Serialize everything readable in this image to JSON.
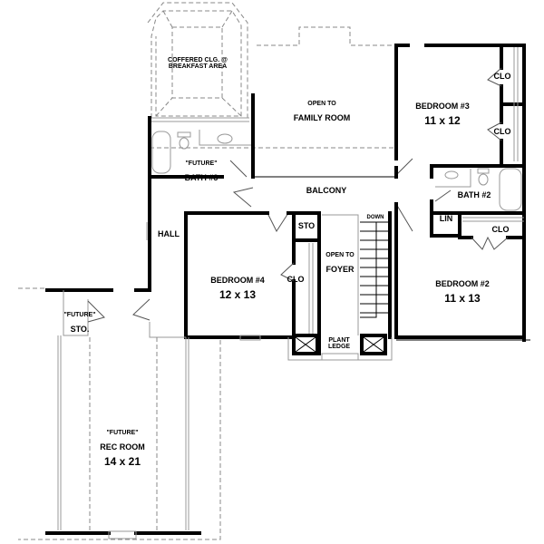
{
  "rooms": {
    "breakfast": {
      "line1": "COFFERED CLG. @",
      "line2": "BREAKFAST AREA"
    },
    "family": {
      "line1": "OPEN TO",
      "line2": "FAMILY ROOM"
    },
    "bedroom3": {
      "name": "BEDROOM #3",
      "size": "11 x 12"
    },
    "bed3_clo1": "CLO",
    "bed3_clo2": "CLO",
    "bath3": {
      "line1": "\"FUTURE\"",
      "line2": "BATH #3"
    },
    "balcony": "BALCONY",
    "bath2": "BATH #2",
    "lin": "LIN",
    "bed2_clo": "CLO",
    "hall": "HALL",
    "sto": "STO",
    "foyer": {
      "line1": "OPEN TO",
      "line2": "FOYER"
    },
    "down": "DOWN",
    "bedroom4": {
      "name": "BEDROOM #4",
      "size": "12 x 13"
    },
    "bed4_clo": "CLO",
    "bedroom2": {
      "name": "BEDROOM #2",
      "size": "11 x 13"
    },
    "plant_ledge": {
      "line1": "PLANT",
      "line2": "LEDGE"
    },
    "future_sto": {
      "line1": "\"FUTURE\"",
      "line2": "STO."
    },
    "rec_room": {
      "line1": "\"FUTURE\"",
      "line2": "REC ROOM",
      "size": "14 x 21"
    }
  }
}
